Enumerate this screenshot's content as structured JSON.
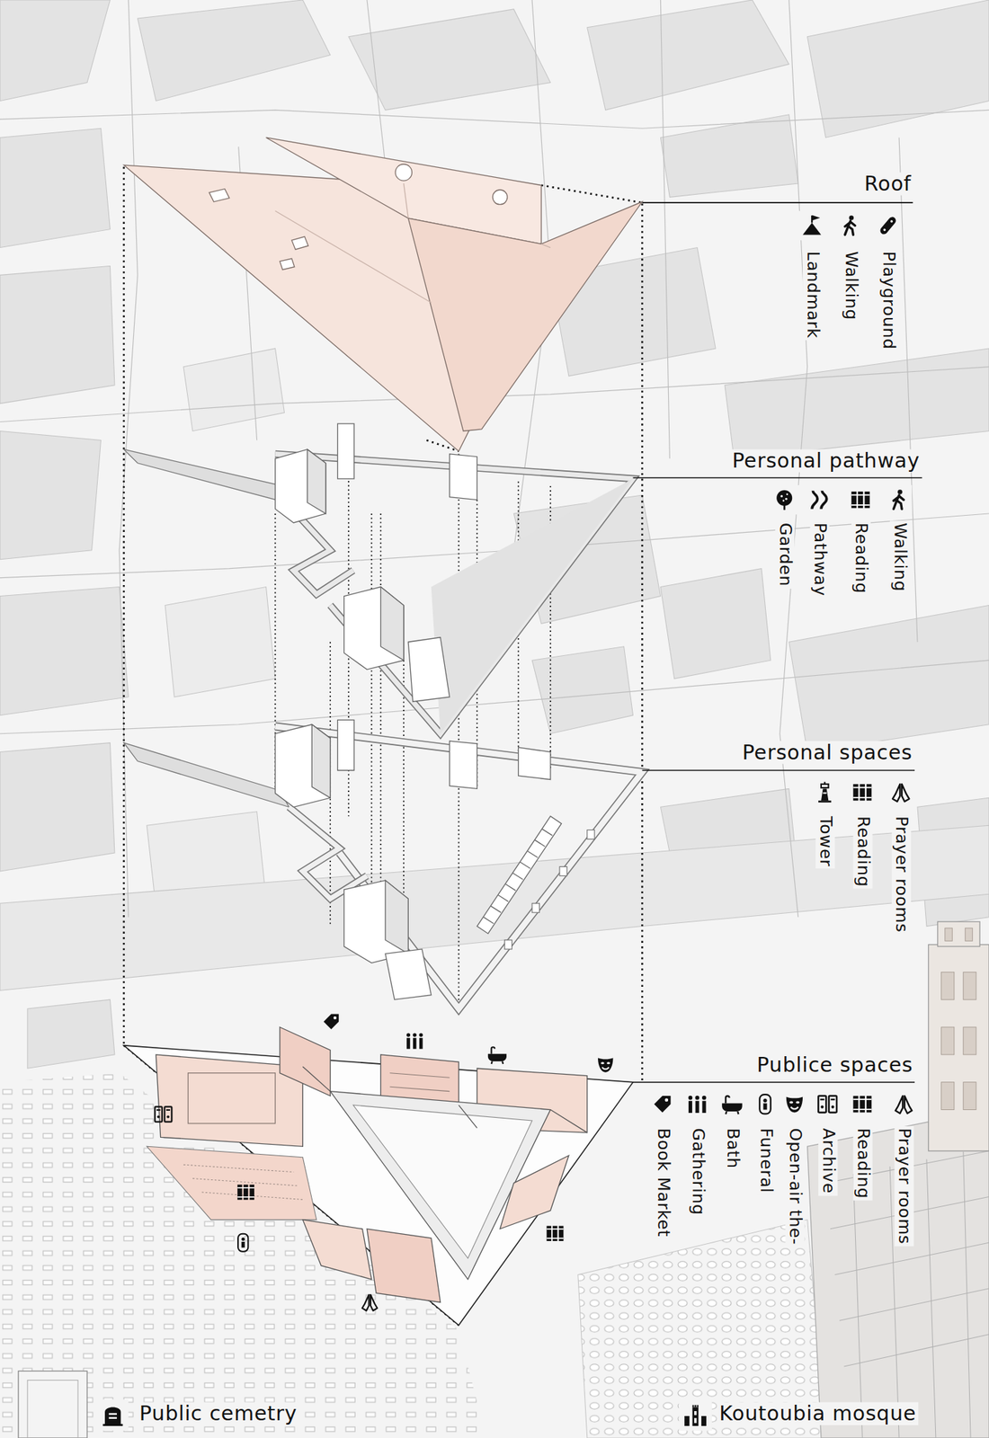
{
  "diagram": {
    "labels": [
      "Roof",
      "Playground",
      "Walking",
      "Landmark",
      "Personal pathway",
      "Walking",
      "Reading",
      "Pathway",
      "Garden",
      "Personal spaces",
      "Prayer rooms",
      "Reading",
      "Tower",
      "Publice spaces",
      "Prayer rooms",
      "Reading",
      "Archive",
      "Open-air the-",
      "Funeral",
      "Bath",
      "Gathering",
      "Book Market",
      "Public cemetry",
      "Koutoubia mosque"
    ]
  }
}
